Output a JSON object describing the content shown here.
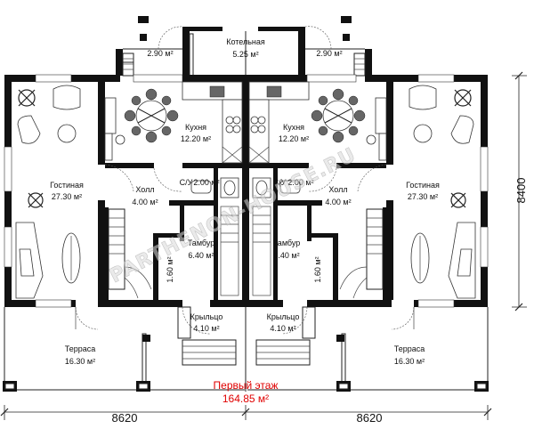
{
  "rooms": [
    {
      "name": "Котельная",
      "area": "5.25 м²"
    },
    {
      "name": "",
      "area": "2.90 м²"
    },
    {
      "name": "",
      "area": "2.90 м²"
    },
    {
      "name": "Кухня",
      "area": "12.20 м²"
    },
    {
      "name": "Кухня",
      "area": "12.20 м²"
    },
    {
      "name": "Гостиная",
      "area": "27.30 м²"
    },
    {
      "name": "Гостиная",
      "area": "27.30 м²"
    },
    {
      "name": "Холл",
      "area": "4.00 м²"
    },
    {
      "name": "Холл",
      "area": "4.00 м²"
    },
    {
      "name": "С/У",
      "area": "2.00 м²"
    },
    {
      "name": "С/У",
      "area": "2.00 м²"
    },
    {
      "name": "Тамбур",
      "area": "6.40 м²"
    },
    {
      "name": "Тамбур",
      "area": "6.40 м²"
    },
    {
      "name": "",
      "area": "1.60 м²"
    },
    {
      "name": "",
      "area": "1.60 м²"
    },
    {
      "name": "Крыльцо",
      "area": "4.10 м²"
    },
    {
      "name": "Крыльцо",
      "area": "4.10 м²"
    },
    {
      "name": "Терраса",
      "area": "16.30 м²"
    },
    {
      "name": "Терраса",
      "area": "16.30 м²"
    }
  ],
  "title": {
    "line1": "Первый этаж",
    "line2": "164.85 м²"
  },
  "dimensions": {
    "left_width": "8620",
    "right_width": "8620",
    "depth": "8400"
  },
  "watermark": "PARTHENON-HOUSE.RU",
  "colors": {
    "walls": "#111111",
    "title": "#e00000",
    "background": "#ffffff"
  }
}
